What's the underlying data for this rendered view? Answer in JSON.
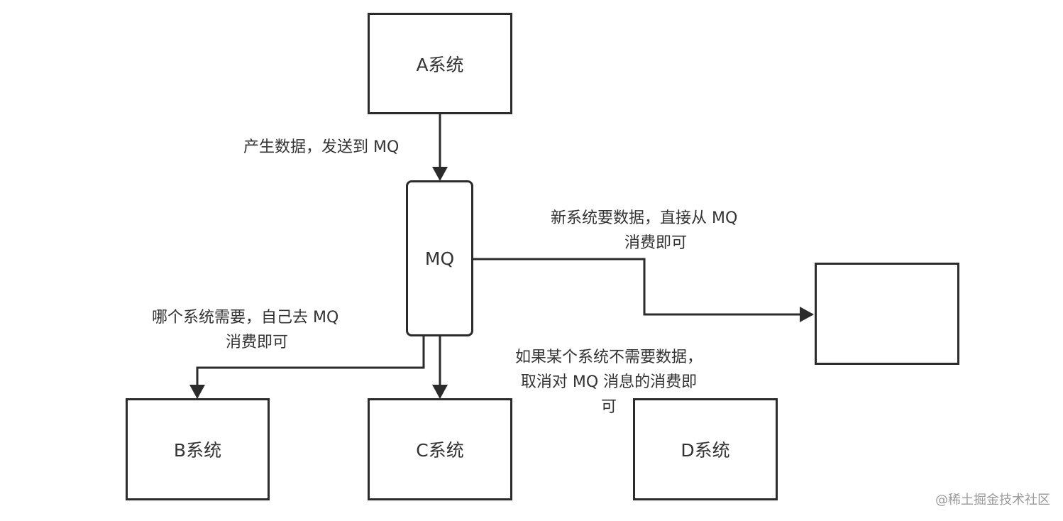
{
  "nodes": {
    "a": "A系统",
    "mq": "MQ",
    "b": "B系统",
    "c": "C系统",
    "d": "D系统",
    "new": ""
  },
  "notes": {
    "produce": "产生数据，发送到 MQ",
    "new_line1": "新系统要数据，直接从 MQ",
    "new_line2": "消费即可",
    "need_line1": "哪个系统需要，自己去 MQ",
    "need_line2": "消费即可",
    "unsub_line1": "如果某个系统不需要数据，",
    "unsub_line2": "取消对 MQ 消息的消费即",
    "unsub_line3": "可"
  },
  "watermark": "@稀土掘金技术社区",
  "colors": {
    "stroke": "#2b2b2b",
    "text": "#333333",
    "watermark": "#9a9a9a"
  }
}
